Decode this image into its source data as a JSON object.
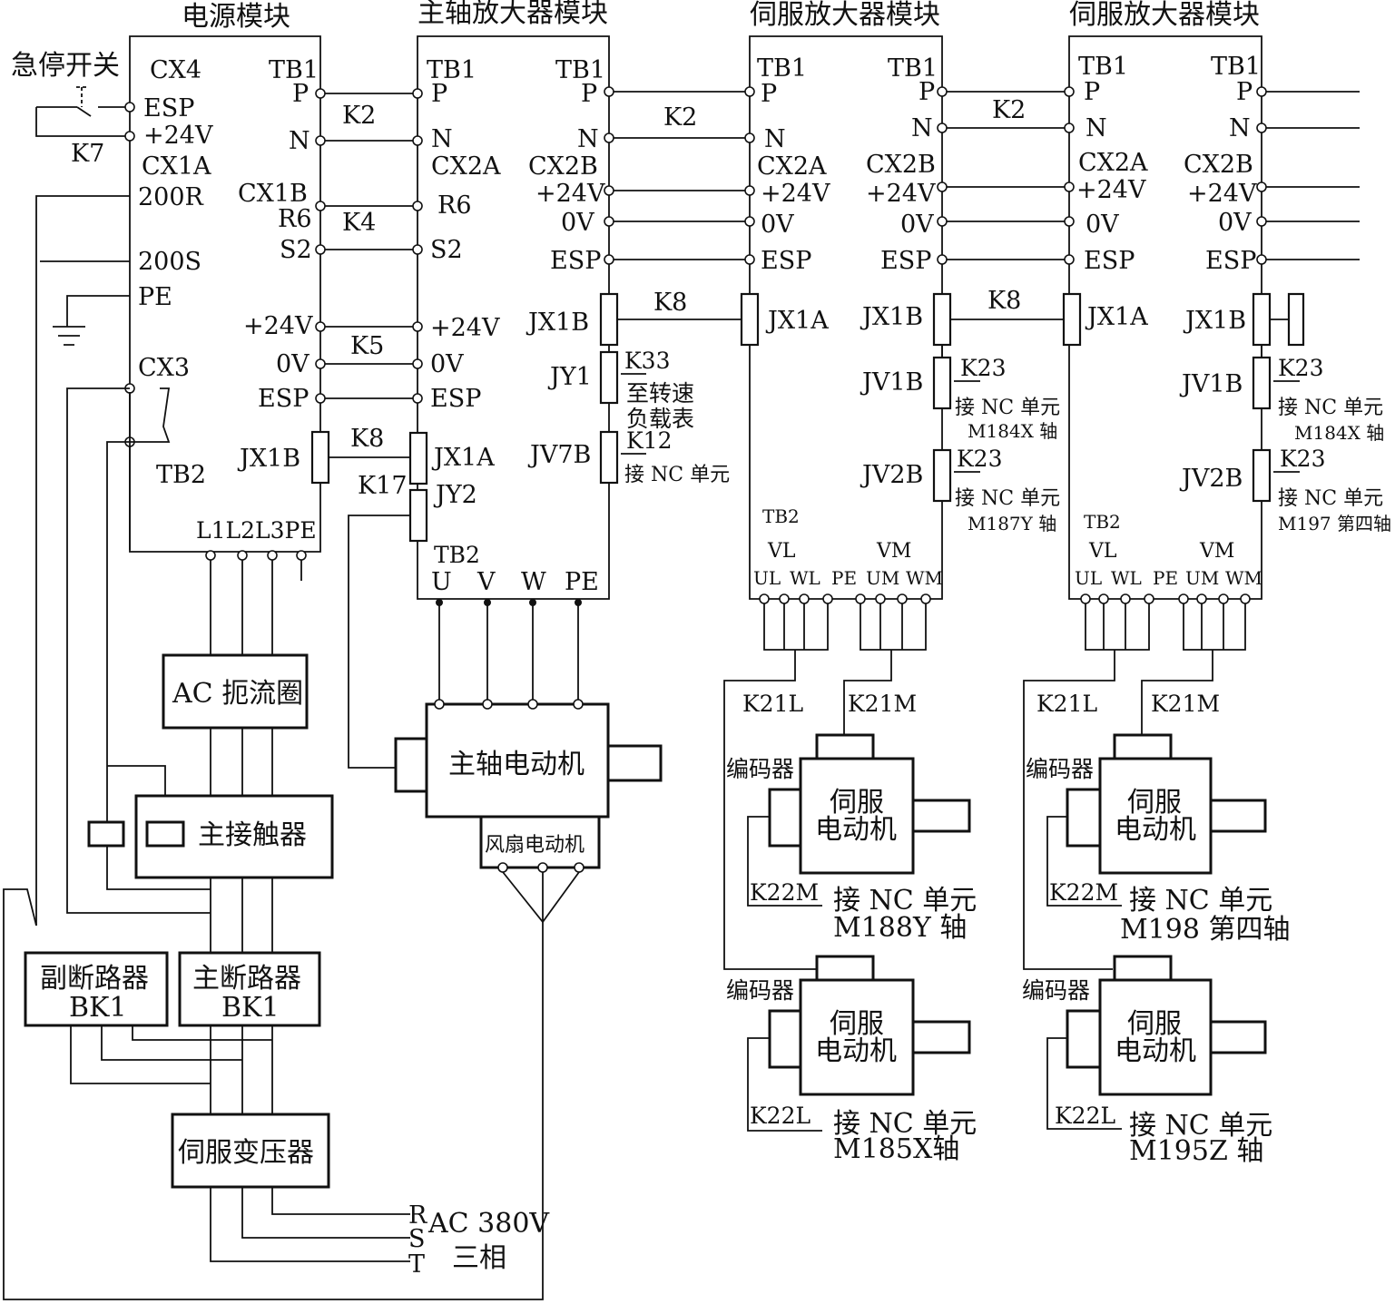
{
  "modules": {
    "power": "电源模块",
    "spindle_amp": "主轴放大器模块",
    "servo_amp_1": "伺服放大器模块",
    "servo_amp_2": "伺服放大器模块"
  },
  "power_module": {
    "estop_switch": "急停开关",
    "cx4": "CX4",
    "esp": "ESP",
    "p24v": "+24V",
    "k7": "K7",
    "cx1a": "CX1A",
    "r200": "200R",
    "s200": "200S",
    "pe": "PE",
    "cx3": "CX3",
    "tb2": "TB2",
    "l_terms": "L1L2L3PE",
    "tb1": "TB1",
    "p": "P",
    "n": "N",
    "cx1b": "CX1B",
    "r6": "R6",
    "s2": "S2",
    "v24": "+24V",
    "v0": "0V",
    "esp2": "ESP",
    "jx1b": "JX1B"
  },
  "spindle_module": {
    "tb1_left": "TB1",
    "p_left": "P",
    "n_left": "N",
    "cx2a": "CX2A",
    "r6": "R6",
    "s2": "S2",
    "v24_left": "+24V",
    "v0_left": "0V",
    "esp_left": "ESP",
    "jx1a": "JX1A",
    "k17": "K17",
    "jy2": "JY2",
    "tb2": "TB2",
    "u": "U",
    "v": "V",
    "w": "W",
    "pe": "PE",
    "tb1_right": "TB1",
    "p_right": "P",
    "n_right": "N",
    "cx2b": "CX2B",
    "v24_right": "+24V",
    "v0_right": "0V",
    "esp_right": "ESP",
    "jx1b": "JX1B",
    "jy1": "JY1",
    "k33": "K33",
    "meter_1": "至转速",
    "meter_2": "负载表",
    "jv7b": "JV7B",
    "k12": "K12",
    "nc_unit": "接 NC 单元"
  },
  "cables": {
    "k2": "K2",
    "k4": "K4",
    "k5": "K5",
    "k8": "K8"
  },
  "servo_module_1": {
    "tb1_left": "TB1",
    "p_left": "P",
    "n_left": "N",
    "cx2a": "CX2A",
    "v24_left": "+24V",
    "v0_left": "0V",
    "esp_left": "ESP",
    "jx1a": "JX1A",
    "tb1_right": "TB1",
    "p_right": "P",
    "n_right": "N",
    "cx2b": "CX2B",
    "v24_right": "+24V",
    "v0_right": "0V",
    "esp_right": "ESP",
    "jx1b": "JX1B",
    "jv1b": "JV1B",
    "k23a": "K23",
    "nc1": "接 NC 单元",
    "m1": "M184X 轴",
    "jv2b": "JV2B",
    "k23b": "K23",
    "nc2": "接 NC 单元",
    "m2": "M187Y 轴",
    "tb2": "TB2",
    "vl": "VL",
    "vm": "VM",
    "ul": "UL",
    "wl": "WL",
    "pe": "PE",
    "um": "UM",
    "wm": "WM"
  },
  "servo_module_2": {
    "tb1_left": "TB1",
    "p_left": "P",
    "n_left": "N",
    "cx2a": "CX2A",
    "v24_left": "+24V",
    "v0_left": "0V",
    "esp_left": "ESP",
    "jx1a": "JX1A",
    "tb1_right": "TB1",
    "p_right": "P",
    "n_right": "N",
    "cx2b": "CX2B",
    "v24_right": "+24V",
    "v0_right": "0V",
    "esp_right": "ESP",
    "jx1b": "JX1B",
    "jv1b": "JV1B",
    "k23a": "K23",
    "nc1": "接 NC 单元",
    "m1": "M184X 轴",
    "jv2b": "JV2B",
    "k23b": "K23",
    "nc2": "接 NC 单元",
    "m2": "M197 第四轴",
    "tb2": "TB2",
    "vl": "VL",
    "vm": "VM",
    "ul": "UL",
    "wl": "WL",
    "pe": "PE",
    "um": "UM",
    "wm": "WM"
  },
  "equipment": {
    "ac_reactor": "AC 扼流圈",
    "main_contactor": "主接触器",
    "aux_breaker_1": "副断路器",
    "aux_breaker_2": "BK1",
    "main_breaker_1": "主断路器",
    "main_breaker_2": "BK1",
    "servo_transformer": "伺服变压器",
    "spindle_motor": "主轴电动机",
    "fan_motor": "风扇电动机",
    "phase_r": "R",
    "phase_s": "S",
    "phase_t": "T",
    "supply_1": "AC 380V",
    "supply_2": "三相"
  },
  "servo_motors": {
    "m1": {
      "k21l": "K21L",
      "k21m": "K21M",
      "encoder": "编码器",
      "title_1": "伺服",
      "title_2": "电动机",
      "k22": "K22M",
      "nc": "接 NC 单元",
      "axis": "M188Y 轴"
    },
    "m2": {
      "encoder": "编码器",
      "title_1": "伺服",
      "title_2": "电动机",
      "k22": "K22L",
      "nc": "接 NC 单元",
      "axis": "M185X轴"
    },
    "m3": {
      "k21l": "K21L",
      "k21m": "K21M",
      "encoder": "编码器",
      "title_1": "伺服",
      "title_2": "电动机",
      "k22": "K22M",
      "nc": "接 NC 单元",
      "axis": "M198 第四轴"
    },
    "m4": {
      "encoder": "编码器",
      "title_1": "伺服",
      "title_2": "电动机",
      "k22": "K22L",
      "nc": "接 NC 单元",
      "axis": "M195Z 轴"
    }
  }
}
